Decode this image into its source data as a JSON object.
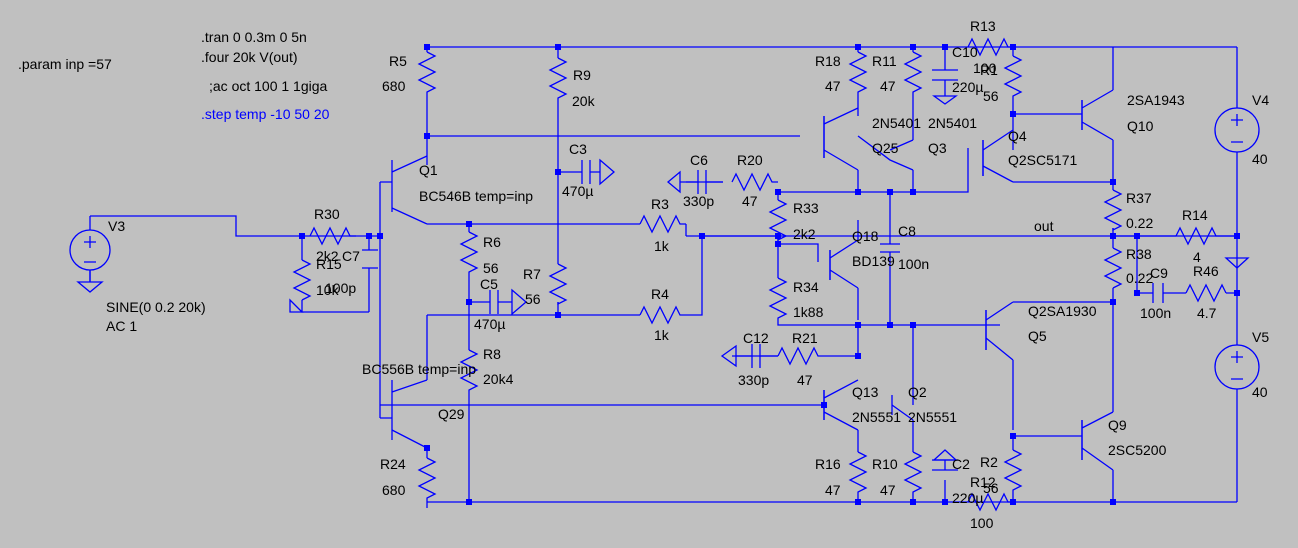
{
  "directives": {
    "param": ".param inp =57",
    "tran": ".tran 0 0.3m 0 5n",
    "four": ".four 20k V(out)",
    "ac": ";ac oct 100 1 1giga",
    "step": ".step temp -10 50 20"
  },
  "resistors": {
    "R5": {
      "name": "R5",
      "value": "680"
    },
    "R9": {
      "name": "R9",
      "value": "20k"
    },
    "R18": {
      "name": "R18",
      "value": "47"
    },
    "R11": {
      "name": "R11",
      "value": "47"
    },
    "R13": {
      "name": "R13",
      "value": "100"
    },
    "R1": {
      "name": "R1",
      "value": "56"
    },
    "R20": {
      "name": "R20",
      "value": "47"
    },
    "R3": {
      "name": "R3",
      "value": "1k"
    },
    "R33": {
      "name": "R33",
      "value": "2k2"
    },
    "R30": {
      "name": "R30",
      "value": "2k2"
    },
    "R15": {
      "name": "R15",
      "value": "10k"
    },
    "R6": {
      "name": "R6",
      "value": "56"
    },
    "R7": {
      "name": "R7",
      "value": "56"
    },
    "R4": {
      "name": "R4",
      "value": "1k"
    },
    "R8": {
      "name": "R8",
      "value": "20k4"
    },
    "R34": {
      "name": "R34",
      "value": "1k88"
    },
    "R21": {
      "name": "R21",
      "value": "47"
    },
    "R37": {
      "name": "R37",
      "value": "0.22"
    },
    "R38": {
      "name": "R38",
      "value": "0.22"
    },
    "R14": {
      "name": "R14",
      "value": "4"
    },
    "R46": {
      "name": "R46",
      "value": "4.7"
    },
    "R24": {
      "name": "R24",
      "value": "680"
    },
    "R16": {
      "name": "R16",
      "value": "47"
    },
    "R10": {
      "name": "R10",
      "value": "47"
    },
    "R2": {
      "name": "R2",
      "value": "56"
    },
    "R12": {
      "name": "R12",
      "value": "100"
    }
  },
  "capacitors": {
    "C10": {
      "name": "C10",
      "value": "220µ"
    },
    "C3": {
      "name": "C3",
      "value": "470µ"
    },
    "C6": {
      "name": "C6",
      "value": "330p"
    },
    "C7": {
      "name": "C7",
      "value": "100p"
    },
    "C8": {
      "name": "C8",
      "value": "100n"
    },
    "C5": {
      "name": "C5",
      "value": "470µ"
    },
    "C9": {
      "name": "C9",
      "value": "100n"
    },
    "C12": {
      "name": "C12",
      "value": "330p"
    },
    "C2": {
      "name": "C2",
      "value": "220µ"
    }
  },
  "transistors": {
    "Q1": {
      "name": "Q1",
      "model": "BC546B temp=inp"
    },
    "Q29": {
      "name": "Q29",
      "model": "BC556B temp=inp"
    },
    "Q25": {
      "name": "Q25",
      "model": "2N5401"
    },
    "Q3": {
      "name": "Q3",
      "model": "2N5401"
    },
    "Q4": {
      "name": "Q4",
      "model": "Q2SC5171"
    },
    "Q10": {
      "name": "Q10",
      "model": "2SA1943"
    },
    "Q18": {
      "name": "Q18",
      "model": "BD139"
    },
    "Q5": {
      "name": "Q5",
      "model": "Q2SA1930"
    },
    "Q13": {
      "name": "Q13",
      "model": "2N5551"
    },
    "Q2": {
      "name": "Q2",
      "model": "2N5551"
    },
    "Q9": {
      "name": "Q9",
      "model": "2SC5200"
    }
  },
  "sources": {
    "V3": {
      "name": "V3",
      "line1": "SINE(0 0.2 20k)",
      "line2": "AC 1"
    },
    "V4": {
      "name": "V4",
      "value": "40"
    },
    "V5": {
      "name": "V5",
      "value": "40"
    }
  },
  "nets": {
    "out": "out"
  },
  "colors": {
    "background": "#c0c0c0",
    "wire": "#0000ff",
    "text": "#000000",
    "directive": "#0000ff"
  }
}
